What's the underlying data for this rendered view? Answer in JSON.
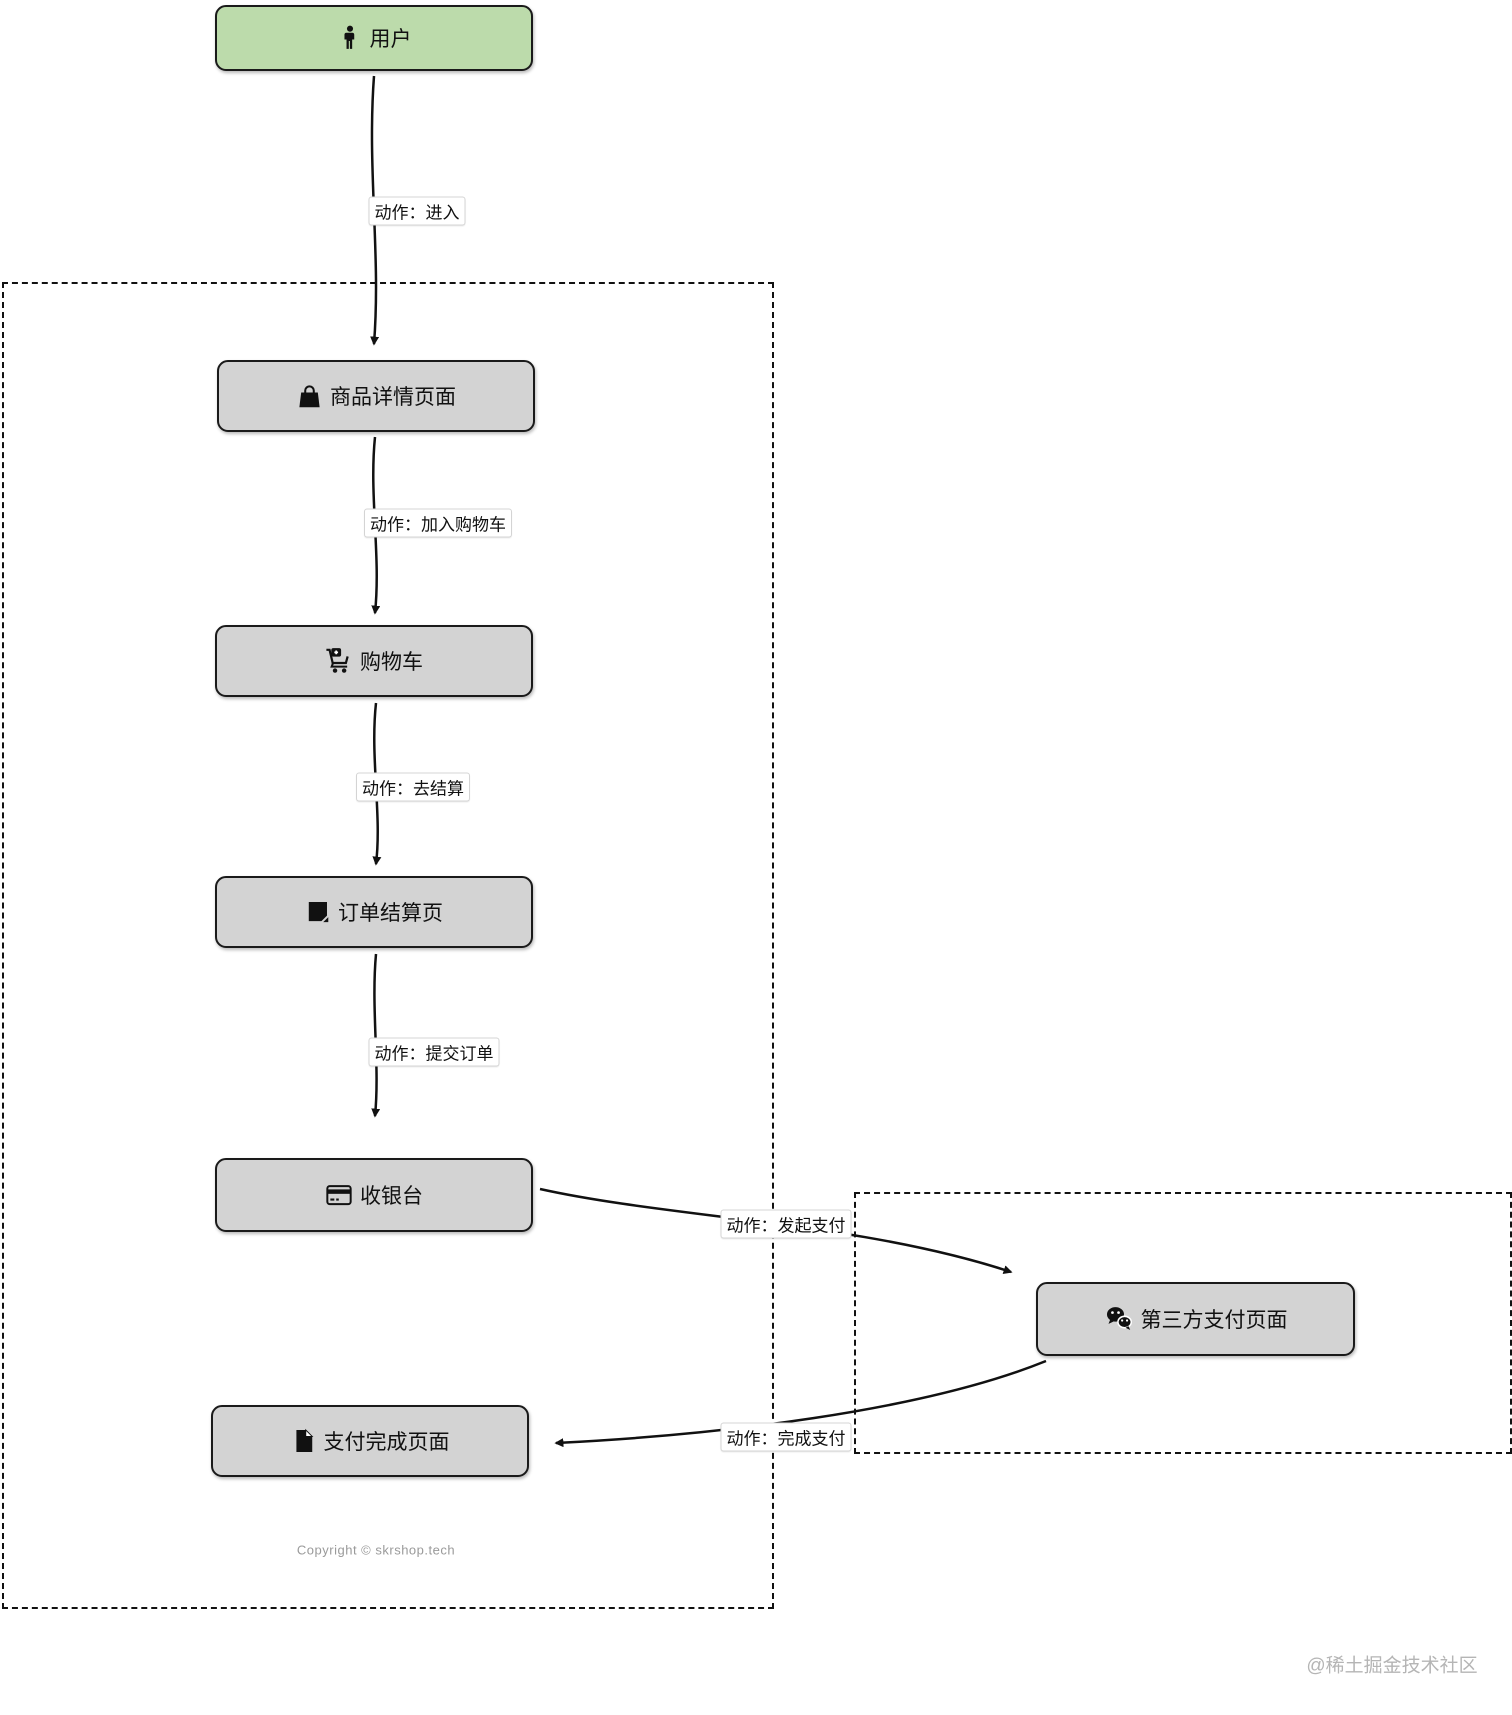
{
  "diagram": {
    "nodes": [
      {
        "id": "user",
        "label": "用户",
        "icon": "person-icon",
        "type": "start"
      },
      {
        "id": "product-detail",
        "label": "商品详情页面",
        "icon": "shopping-bag-icon",
        "type": "page"
      },
      {
        "id": "cart",
        "label": "购物车",
        "icon": "cart-plus-icon",
        "type": "page"
      },
      {
        "id": "order-checkout",
        "label": "订单结算页",
        "icon": "sticky-note-icon",
        "type": "page"
      },
      {
        "id": "cashier",
        "label": "收银台",
        "icon": "credit-card-icon",
        "type": "page"
      },
      {
        "id": "payment-done",
        "label": "支付完成页面",
        "icon": "file-icon",
        "type": "page"
      },
      {
        "id": "third-party-payment",
        "label": "第三方支付页面",
        "icon": "wechat-icon",
        "type": "page"
      }
    ],
    "edges": [
      {
        "from": "user",
        "to": "product-detail",
        "label": "动作：进入"
      },
      {
        "from": "product-detail",
        "to": "cart",
        "label": "动作：加入购物车"
      },
      {
        "from": "cart",
        "to": "order-checkout",
        "label": "动作：去结算"
      },
      {
        "from": "order-checkout",
        "to": "cashier",
        "label": "动作：提交订单"
      },
      {
        "from": "cashier",
        "to": "third-party-payment",
        "label": "动作：发起支付"
      },
      {
        "from": "third-party-payment",
        "to": "payment-done",
        "label": "动作：完成支付"
      }
    ],
    "copyright": "Copyright © skrshop.tech",
    "watermark": "@稀土掘金技术社区",
    "colors": {
      "start_node_fill": "#bcdbab",
      "node_fill": "#d3d3d3",
      "node_border": "#1a1a1a",
      "arrow": "#111111",
      "label_text": "#111111",
      "copyright_text": "#9a9a9a",
      "watermark_text": "#b5b5b5"
    }
  }
}
